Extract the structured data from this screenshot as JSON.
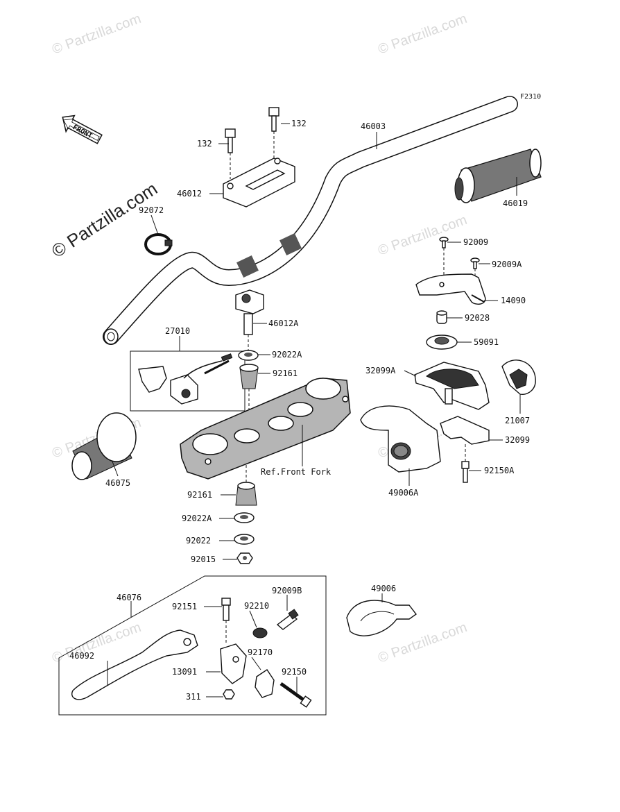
{
  "figure_code": "F2310",
  "front_arrow_label": "FRONT",
  "watermark_text": "© Partzilla.com",
  "ref_note": "Ref.Front Fork",
  "part_labels": {
    "p46003": "46003",
    "p132a": "132",
    "p132b": "132",
    "p46012": "46012",
    "p92072": "92072",
    "p46019": "46019",
    "p92009": "92009",
    "p92009A": "92009A",
    "p14090": "14090",
    "p92028": "92028",
    "p59091": "59091",
    "p46012A": "46012A",
    "p27010": "27010",
    "p92022A_top": "92022A",
    "p92161_top": "92161",
    "p32099A": "32099A",
    "p21007": "21007",
    "p32099": "32099",
    "p92150A": "92150A",
    "p49006A": "49006A",
    "p46075": "46075",
    "p92161_bot": "92161",
    "p92022A_bot": "92022A",
    "p92022": "92022",
    "p92015": "92015",
    "p49006": "49006",
    "p46076": "46076",
    "p92151": "92151",
    "p92210": "92210",
    "p92009B": "92009B",
    "p46092": "46092",
    "p92170": "92170",
    "p13091": "13091",
    "p92150": "92150",
    "p311": "311"
  }
}
